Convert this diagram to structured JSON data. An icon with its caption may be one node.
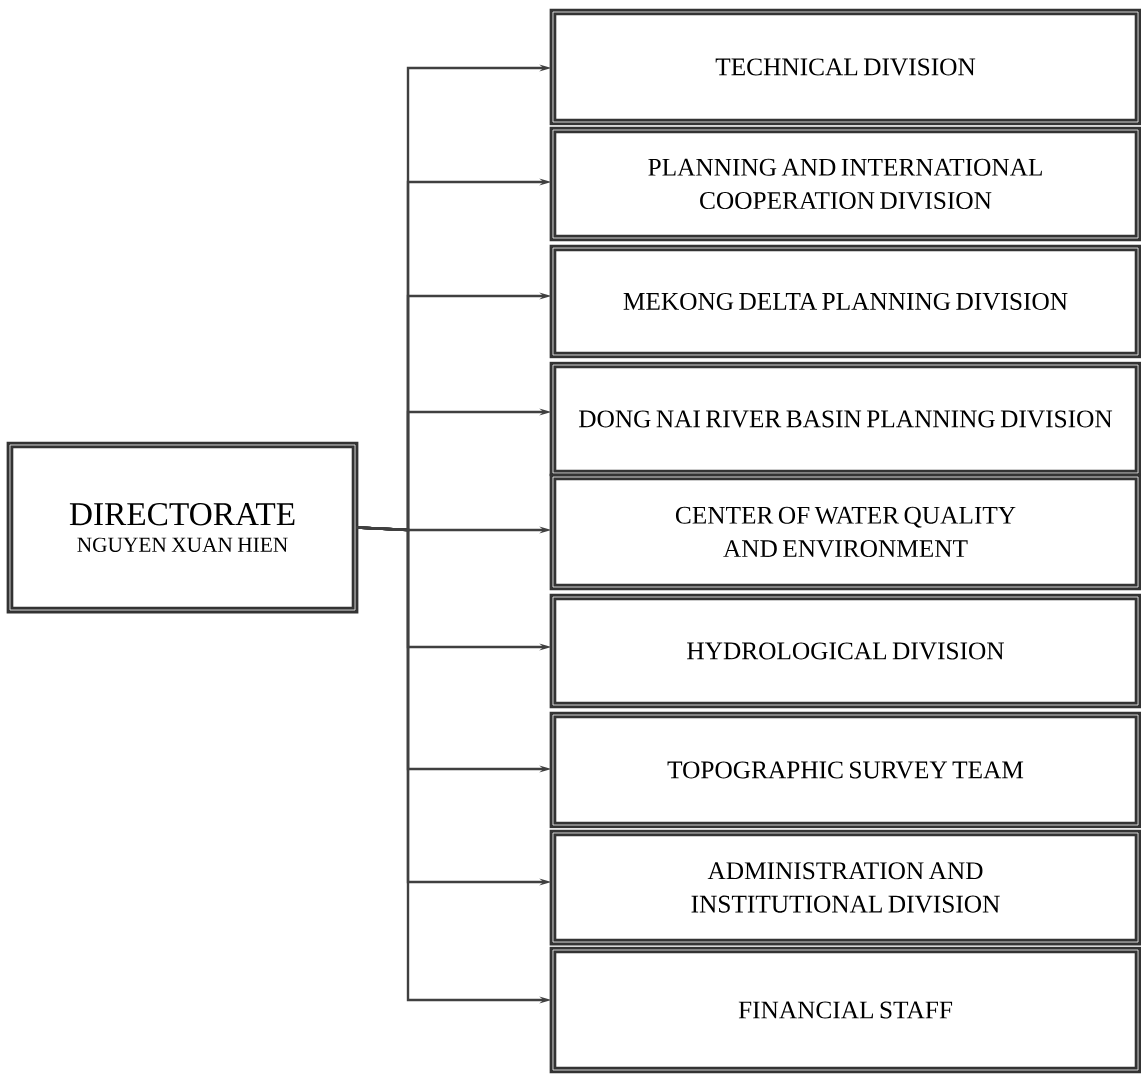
{
  "diagram": {
    "nodes": [
      {
        "text": [
          "DIRECTORATE",
          "NGUYEN XUAN HIEN"
        ]
      },
      {
        "text": [
          "TECHNICAL DIVISION"
        ]
      },
      {
        "text": [
          "PLANNING AND INTERNATIONAL COOPERATION DIVISION"
        ]
      },
      {
        "text": [
          "MEKONG DELTA PLANNING DIVISION"
        ]
      },
      {
        "text": [
          "DONG NAI RIVER BASIN PLANNING DIVISION"
        ]
      },
      {
        "text": [
          "CENTER OF WATER QUALITY AND ENVIRONMENT"
        ]
      },
      {
        "text": [
          "HYDROLOGICAL DIVISION"
        ]
      },
      {
        "text": [
          "TOPOGRAPHIC SURVEY TEAM"
        ]
      },
      {
        "text": [
          "ADMINISTRATION AND INSTITUTIONAL DIVISION"
        ]
      },
      {
        "text": [
          "FINANCIAL STAFF"
        ]
      }
    ],
    "edges": [
      {
        "from": 0,
        "to": 1,
        "arrow": "to"
      },
      {
        "from": 0,
        "to": 2,
        "arrow": "to"
      },
      {
        "from": 0,
        "to": 3,
        "arrow": "to"
      },
      {
        "from": 0,
        "to": 4,
        "arrow": "to"
      },
      {
        "from": 0,
        "to": 5,
        "arrow": "to"
      },
      {
        "from": 0,
        "to": 6,
        "arrow": "to"
      },
      {
        "from": 0,
        "to": 7,
        "arrow": "to"
      },
      {
        "from": 0,
        "to": 8,
        "arrow": "to"
      },
      {
        "from": 0,
        "to": 9,
        "arrow": "to"
      }
    ]
  }
}
